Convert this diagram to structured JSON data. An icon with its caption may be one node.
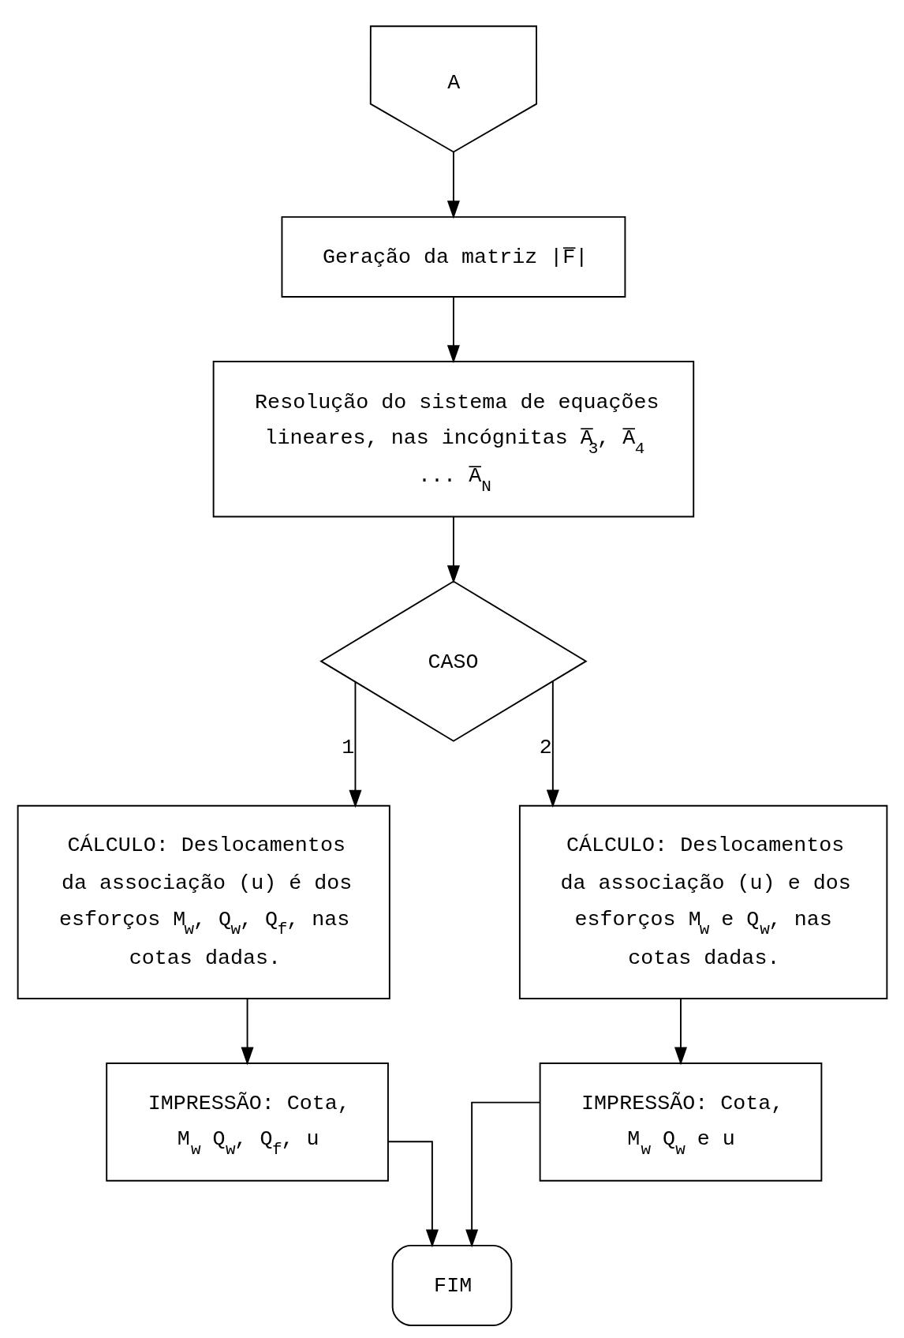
{
  "diagram": {
    "nodes": [
      {
        "text": [
          "A"
        ]
      },
      {
        "text": [
          "Geração da matriz |F̅|"
        ]
      },
      {
        "text": [
          "Resolução do sistema de equações lineares, nas incógnitas A̅$_{3}$, A̅$_{4}$ ... A̅$_{N}$"
        ]
      },
      {
        "text": [
          "CASO"
        ]
      },
      {
        "text": [
          "CÁLCULO: Deslocamentos da associação (u) é dos esforços M$_{w}$, Q$_{w}$, Q$_{f}$, nas cotas dadas."
        ]
      },
      {
        "text": [
          "CÁLCULO: Deslocamentos da associação (u) e dos esforços M$_{w}$ e Q$_{w}$, nas cotas dadas."
        ]
      },
      {
        "text": [
          "IMPRESSÃO: Cota, M$_{w}$ Q$_{w}$, Q$_{f}$, u"
        ]
      },
      {
        "text": [
          "IMPRESSÃO: Cota, M$_{w}$ Q$_{w}$ e u"
        ]
      },
      {
        "text": [
          "FIM"
        ]
      }
    ],
    "edges": [
      {
        "from": 0,
        "to": 1,
        "arrow": "to"
      },
      {
        "from": 1,
        "to": 2,
        "arrow": "to"
      },
      {
        "from": 2,
        "to": 3,
        "arrow": "to"
      },
      {
        "from": 3,
        "to": 4,
        "arrow": "to",
        "label": "1"
      },
      {
        "from": 3,
        "to": 5,
        "arrow": "to",
        "label": "2"
      },
      {
        "from": 4,
        "to": 6,
        "arrow": "to"
      },
      {
        "from": 5,
        "to": 7,
        "arrow": "to"
      },
      {
        "from": 6,
        "to": 8,
        "arrow": "to"
      },
      {
        "from": 7,
        "to": 8,
        "arrow": "to"
      }
    ]
  }
}
